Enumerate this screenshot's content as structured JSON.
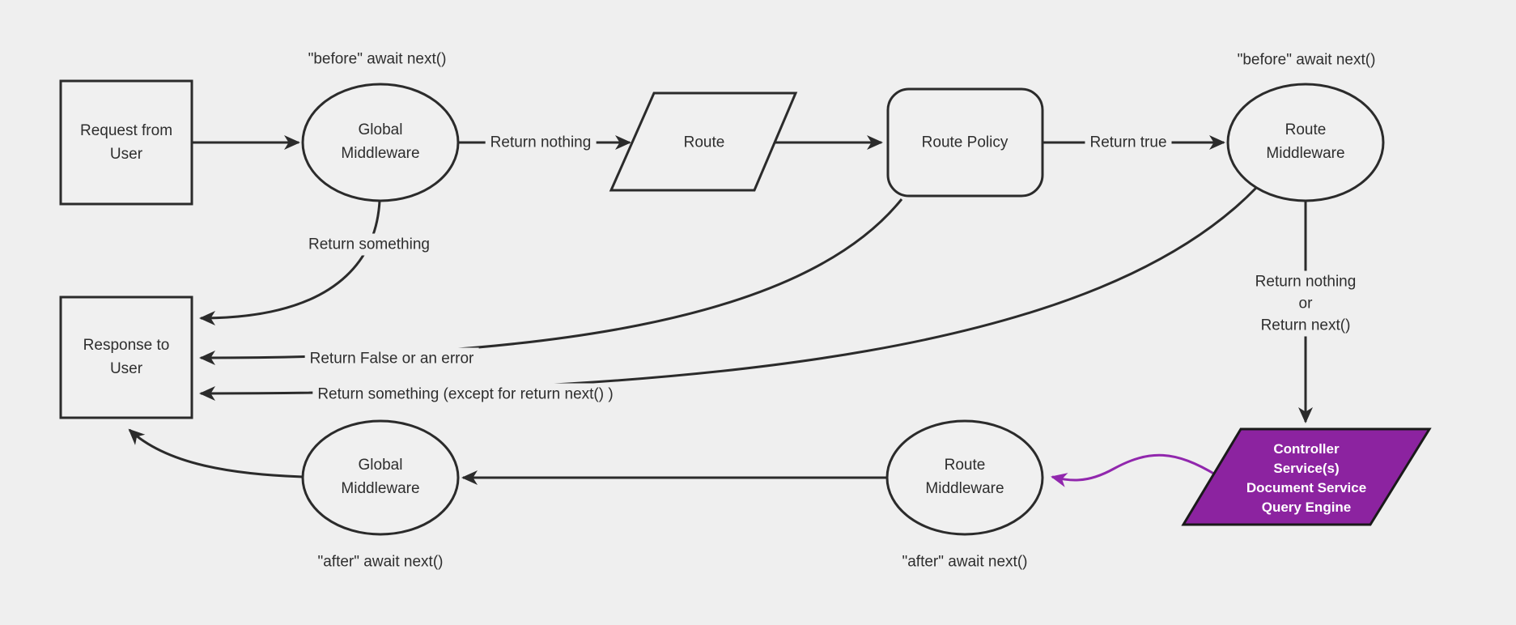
{
  "diagram": {
    "background": "#efefef",
    "colors": {
      "node_fill": "#f0f0f0",
      "node_stroke": "#2b2b2b",
      "text": "#2e2e2e",
      "purple_fill": "#8c23a0",
      "purple_stroke": "#1a1a1a",
      "purple_arrow": "#9127ad",
      "controller_text": "#ffffff"
    },
    "nodes": {
      "request_from_user": "Request from\nUser",
      "global_middleware_top": "Global\nMiddleware",
      "route": "Route",
      "route_policy": "Route Policy",
      "route_middleware_top": "Route\nMiddleware",
      "response_to_user": "Response to\nUser",
      "global_middleware_bottom": "Global\nMiddleware",
      "route_middleware_bottom": "Route\nMiddleware",
      "controller": "Controller\nService(s)\nDocument Service\nQuery Engine"
    },
    "edge_labels": {
      "return_nothing": "Return nothing",
      "return_true": "Return true",
      "return_something": "Return something",
      "return_false_or_error": "Return False or an error",
      "return_something_except": "Return something (except for return next() )",
      "return_nothing_or_next": "Return nothing\nor\nReturn next()"
    },
    "annotations": {
      "before_await_global": "\"before\" await next()",
      "before_await_route": "\"before\" await next()",
      "after_await_global": "\"after\" await next()",
      "after_await_route": "\"after\" await next()"
    }
  }
}
